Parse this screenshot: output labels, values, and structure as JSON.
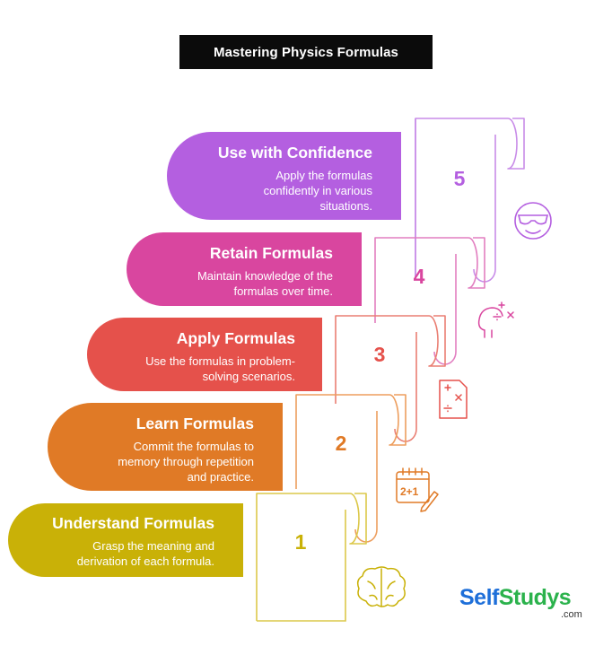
{
  "title": "Mastering Physics Formulas",
  "steps": [
    {
      "number": "1",
      "heading": "Understand Formulas",
      "line1": "Grasp the meaning and",
      "line2": "derivation of each formula.",
      "line3": "",
      "color": "#c9b107",
      "icon": "brain-icon"
    },
    {
      "number": "2",
      "heading": "Learn Formulas",
      "line1": "Commit the formulas to",
      "line2": "memory through repetition",
      "line3": "and practice.",
      "color": "#e07a26",
      "icon": "calendar-math-icon"
    },
    {
      "number": "3",
      "heading": "Apply Formulas",
      "line1": "Use the formulas in problem-",
      "line2": "solving scenarios.",
      "line3": "",
      "color": "#e5514b",
      "icon": "math-document-icon"
    },
    {
      "number": "4",
      "heading": "Retain Formulas",
      "line1": "Maintain knowledge of the",
      "line2": "formulas over time.",
      "line3": "",
      "color": "#d9469f",
      "icon": "head-math-icon"
    },
    {
      "number": "5",
      "heading": "Use with Confidence",
      "line1": "Apply the formulas",
      "line2": "confidently in various",
      "line3": "situations.",
      "color": "#b45fe0",
      "icon": "cool-face-icon"
    }
  ],
  "logo": {
    "self": "Self",
    "studys": "Studys",
    "tld": ".com"
  }
}
